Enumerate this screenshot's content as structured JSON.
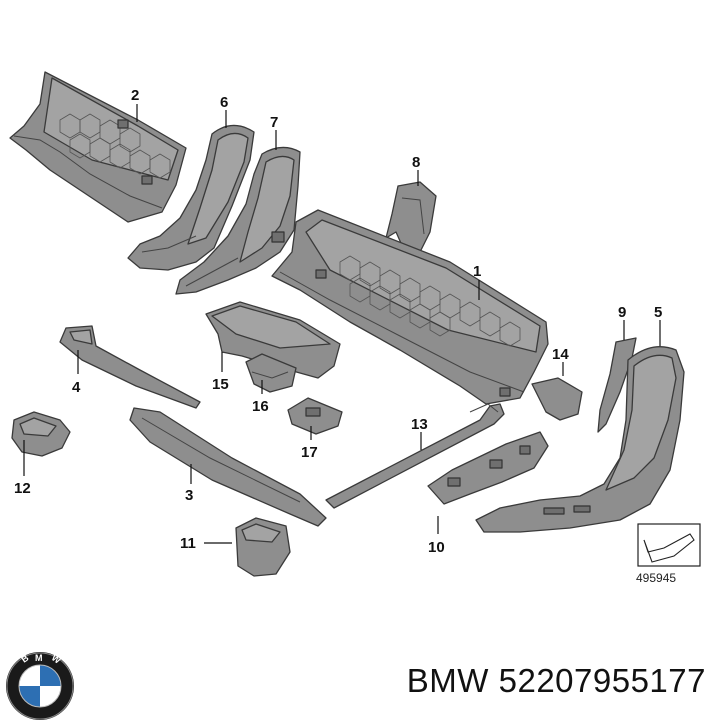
{
  "callouts": [
    {
      "label": "1"
    },
    {
      "label": "2"
    },
    {
      "label": "3"
    },
    {
      "label": "4"
    },
    {
      "label": "5"
    },
    {
      "label": "6"
    },
    {
      "label": "7"
    },
    {
      "label": "8"
    },
    {
      "label": "9"
    },
    {
      "label": "10"
    },
    {
      "label": "11"
    },
    {
      "label": "12"
    },
    {
      "label": "13"
    },
    {
      "label": "14"
    },
    {
      "label": "15"
    },
    {
      "label": "16"
    },
    {
      "label": "17"
    }
  ],
  "reference_box": {
    "code": "495945"
  },
  "logo": {
    "brand": "BMW"
  },
  "footer": {
    "text": "BMW 52207955177"
  }
}
